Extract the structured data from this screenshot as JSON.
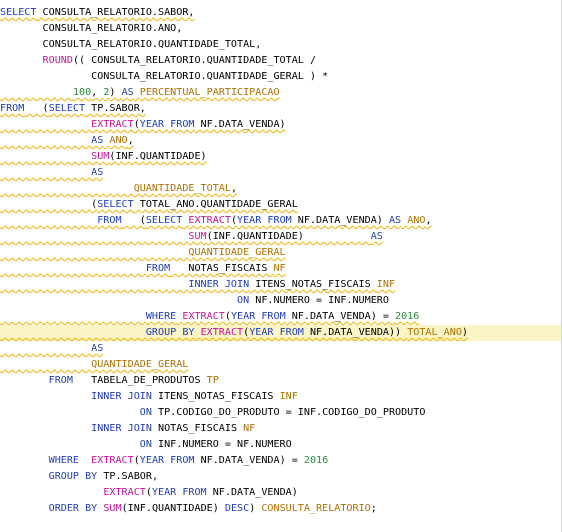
{
  "editor": {
    "lines": [
      {
        "sq": true,
        "hl": false,
        "tokens": [
          {
            "c": "kw",
            "t": "SELECT"
          },
          {
            "c": "id",
            "t": " CONSULTA_RELATORIO.SABOR,"
          }
        ]
      },
      {
        "sq": false,
        "hl": false,
        "tokens": [
          {
            "c": "id",
            "t": "       CONSULTA_RELATORIO.ANO,"
          }
        ]
      },
      {
        "sq": false,
        "hl": false,
        "tokens": [
          {
            "c": "id",
            "t": "       CONSULTA_RELATORIO.QUANTIDADE_TOTAL,"
          }
        ]
      },
      {
        "sq": false,
        "hl": false,
        "tokens": [
          {
            "c": "id",
            "t": "       "
          },
          {
            "c": "fn",
            "t": "ROUND"
          },
          {
            "c": "id",
            "t": "(( CONSULTA_RELATORIO.QUANTIDADE_TOTAL /"
          }
        ]
      },
      {
        "sq": false,
        "hl": false,
        "tokens": [
          {
            "c": "id",
            "t": "               CONSULTA_RELATORIO.QUANTIDADE_GERAL ) *"
          }
        ]
      },
      {
        "sq": true,
        "hl": false,
        "tokens": [
          {
            "c": "id",
            "t": "            "
          },
          {
            "c": "num",
            "t": "100"
          },
          {
            "c": "id",
            "t": ", "
          },
          {
            "c": "num",
            "t": "2"
          },
          {
            "c": "id",
            "t": ") "
          },
          {
            "c": "kw",
            "t": "AS"
          },
          {
            "c": "id",
            "t": " "
          },
          {
            "c": "al",
            "t": "PERCENTUAL_PARTICIPACAO"
          }
        ]
      },
      {
        "sq": true,
        "hl": false,
        "tokens": [
          {
            "c": "kw",
            "t": "FROM"
          },
          {
            "c": "id",
            "t": "   ("
          },
          {
            "c": "kw",
            "t": "SELECT"
          },
          {
            "c": "id",
            "t": " TP.SABOR,"
          }
        ]
      },
      {
        "sq": true,
        "hl": false,
        "tokens": [
          {
            "c": "id",
            "t": "               "
          },
          {
            "c": "fn",
            "t": "EXTRACT"
          },
          {
            "c": "id",
            "t": "("
          },
          {
            "c": "kw",
            "t": "YEAR FROM"
          },
          {
            "c": "id",
            "t": " NF.DATA_VENDA)"
          }
        ]
      },
      {
        "sq": true,
        "hl": false,
        "tokens": [
          {
            "c": "id",
            "t": "               "
          },
          {
            "c": "kw",
            "t": "AS"
          },
          {
            "c": "id",
            "t": " "
          },
          {
            "c": "al",
            "t": "ANO"
          },
          {
            "c": "id",
            "t": ","
          }
        ]
      },
      {
        "sq": true,
        "hl": false,
        "tokens": [
          {
            "c": "id",
            "t": "               "
          },
          {
            "c": "fn",
            "t": "SUM"
          },
          {
            "c": "id",
            "t": "(INF.QUANTIDADE)"
          }
        ]
      },
      {
        "sq": true,
        "hl": false,
        "tokens": [
          {
            "c": "id",
            "t": "               "
          },
          {
            "c": "kw",
            "t": "AS"
          }
        ]
      },
      {
        "sq": true,
        "hl": false,
        "tokens": [
          {
            "c": "id",
            "t": "                      "
          },
          {
            "c": "al",
            "t": "QUANTIDADE_TOTAL"
          },
          {
            "c": "id",
            "t": ","
          }
        ]
      },
      {
        "sq": true,
        "hl": false,
        "tokens": [
          {
            "c": "id",
            "t": "               ("
          },
          {
            "c": "kw",
            "t": "SELECT"
          },
          {
            "c": "id",
            "t": " TOTAL_ANO.QUANTIDADE_GERAL"
          }
        ]
      },
      {
        "sq": true,
        "hl": false,
        "tokens": [
          {
            "c": "id",
            "t": "                "
          },
          {
            "c": "kw",
            "t": "FROM"
          },
          {
            "c": "id",
            "t": "   ("
          },
          {
            "c": "kw",
            "t": "SELECT"
          },
          {
            "c": "id",
            "t": " "
          },
          {
            "c": "fn",
            "t": "EXTRACT"
          },
          {
            "c": "id",
            "t": "("
          },
          {
            "c": "kw",
            "t": "YEAR FROM"
          },
          {
            "c": "id",
            "t": " NF.DATA_VENDA) "
          },
          {
            "c": "kw",
            "t": "AS"
          },
          {
            "c": "id",
            "t": " "
          },
          {
            "c": "al",
            "t": "ANO"
          },
          {
            "c": "id",
            "t": ","
          }
        ]
      },
      {
        "sq": true,
        "hl": false,
        "tokens": [
          {
            "c": "id",
            "t": "                               "
          },
          {
            "c": "fn",
            "t": "SUM"
          },
          {
            "c": "id",
            "t": "(INF.QUANTIDADE)           "
          },
          {
            "c": "kw",
            "t": "AS"
          }
        ]
      },
      {
        "sq": true,
        "hl": false,
        "tokens": [
          {
            "c": "id",
            "t": "                               "
          },
          {
            "c": "al",
            "t": "QUANTIDADE_GERAL"
          }
        ]
      },
      {
        "sq": true,
        "hl": false,
        "tokens": [
          {
            "c": "id",
            "t": "                        "
          },
          {
            "c": "kw",
            "t": "FROM"
          },
          {
            "c": "id",
            "t": "   NOTAS_FISCAIS "
          },
          {
            "c": "al",
            "t": "NF"
          }
        ]
      },
      {
        "sq": true,
        "hl": false,
        "tokens": [
          {
            "c": "id",
            "t": "                               "
          },
          {
            "c": "kw",
            "t": "INNER JOIN"
          },
          {
            "c": "id",
            "t": " ITENS_NOTAS_FISCAIS "
          },
          {
            "c": "al",
            "t": "INF"
          }
        ]
      },
      {
        "sq": false,
        "hl": false,
        "tokens": [
          {
            "c": "id",
            "t": "                                       "
          },
          {
            "c": "kw",
            "t": "ON"
          },
          {
            "c": "id",
            "t": " NF.NUMERO = INF.NUMERO"
          }
        ]
      },
      {
        "sq": true,
        "hl": false,
        "tokens": [
          {
            "c": "id",
            "t": "                        "
          },
          {
            "c": "kw",
            "t": "WHERE"
          },
          {
            "c": "id",
            "t": " "
          },
          {
            "c": "fn",
            "t": "EXTRACT"
          },
          {
            "c": "id",
            "t": "("
          },
          {
            "c": "kw",
            "t": "YEAR FROM"
          },
          {
            "c": "id",
            "t": " NF.DATA_VENDA) = "
          },
          {
            "c": "num",
            "t": "2016"
          }
        ]
      },
      {
        "sq": true,
        "hl": true,
        "tokens": [
          {
            "c": "id",
            "t": "                        "
          },
          {
            "c": "kw",
            "t": "GROUP BY"
          },
          {
            "c": "id",
            "t": " "
          },
          {
            "c": "fn",
            "t": "EXTRACT"
          },
          {
            "c": "id",
            "t": "("
          },
          {
            "c": "kw",
            "t": "YEAR FROM"
          },
          {
            "c": "id",
            "t": " NF.DATA_VENDA)) "
          },
          {
            "c": "al",
            "t": "TOTAL_ANO"
          },
          {
            "c": "id",
            "t": ")"
          }
        ]
      },
      {
        "sq": true,
        "hl": false,
        "tokens": [
          {
            "c": "id",
            "t": "               "
          },
          {
            "c": "kw",
            "t": "AS"
          }
        ]
      },
      {
        "sq": true,
        "hl": false,
        "tokens": [
          {
            "c": "id",
            "t": "               "
          },
          {
            "c": "al",
            "t": "QUANTIDADE_GERAL"
          }
        ]
      },
      {
        "sq": false,
        "hl": false,
        "tokens": [
          {
            "c": "id",
            "t": "        "
          },
          {
            "c": "kw",
            "t": "FROM"
          },
          {
            "c": "id",
            "t": "   TABELA_DE_PRODUTOS "
          },
          {
            "c": "al",
            "t": "TP"
          }
        ]
      },
      {
        "sq": false,
        "hl": false,
        "tokens": [
          {
            "c": "id",
            "t": "               "
          },
          {
            "c": "kw",
            "t": "INNER JOIN"
          },
          {
            "c": "id",
            "t": " ITENS_NOTAS_FISCAIS "
          },
          {
            "c": "al",
            "t": "INF"
          }
        ]
      },
      {
        "sq": false,
        "hl": false,
        "tokens": [
          {
            "c": "id",
            "t": "                       "
          },
          {
            "c": "kw",
            "t": "ON"
          },
          {
            "c": "id",
            "t": " TP.CODIGO_DO_PRODUTO = INF.CODIGO_DO_PRODUTO"
          }
        ]
      },
      {
        "sq": false,
        "hl": false,
        "tokens": [
          {
            "c": "id",
            "t": "               "
          },
          {
            "c": "kw",
            "t": "INNER JOIN"
          },
          {
            "c": "id",
            "t": " NOTAS_FISCAIS "
          },
          {
            "c": "al",
            "t": "NF"
          }
        ]
      },
      {
        "sq": false,
        "hl": false,
        "tokens": [
          {
            "c": "id",
            "t": "                       "
          },
          {
            "c": "kw",
            "t": "ON"
          },
          {
            "c": "id",
            "t": " INF.NUMERO = NF.NUMERO"
          }
        ]
      },
      {
        "sq": false,
        "hl": false,
        "tokens": [
          {
            "c": "id",
            "t": "        "
          },
          {
            "c": "kw",
            "t": "WHERE"
          },
          {
            "c": "id",
            "t": "  "
          },
          {
            "c": "fn",
            "t": "EXTRACT"
          },
          {
            "c": "id",
            "t": "("
          },
          {
            "c": "kw",
            "t": "YEAR FROM"
          },
          {
            "c": "id",
            "t": " NF.DATA_VENDA) = "
          },
          {
            "c": "num",
            "t": "2016"
          }
        ]
      },
      {
        "sq": false,
        "hl": false,
        "tokens": [
          {
            "c": "id",
            "t": "        "
          },
          {
            "c": "kw",
            "t": "GROUP BY"
          },
          {
            "c": "id",
            "t": " TP.SABOR,"
          }
        ]
      },
      {
        "sq": false,
        "hl": false,
        "tokens": [
          {
            "c": "id",
            "t": "                 "
          },
          {
            "c": "fn",
            "t": "EXTRACT"
          },
          {
            "c": "id",
            "t": "("
          },
          {
            "c": "kw",
            "t": "YEAR FROM"
          },
          {
            "c": "id",
            "t": " NF.DATA_VENDA)"
          }
        ]
      },
      {
        "sq": false,
        "hl": false,
        "tokens": [
          {
            "c": "id",
            "t": "        "
          },
          {
            "c": "kw",
            "t": "ORDER BY"
          },
          {
            "c": "id",
            "t": " "
          },
          {
            "c": "fn",
            "t": "SUM"
          },
          {
            "c": "id",
            "t": "(INF.QUANTIDADE) "
          },
          {
            "c": "kw",
            "t": "DESC"
          },
          {
            "c": "id",
            "t": ") "
          },
          {
            "c": "al",
            "t": "CONSULTA_RELATORIO"
          },
          {
            "c": "id",
            "t": ";"
          }
        ]
      }
    ]
  },
  "colors": {
    "keyword": "#1f3fb4",
    "function": "#c4159a",
    "alias": "#b07000",
    "number": "#2e8b3e",
    "squiggle": "#e8b400",
    "current_line": "#fbf4c6"
  }
}
